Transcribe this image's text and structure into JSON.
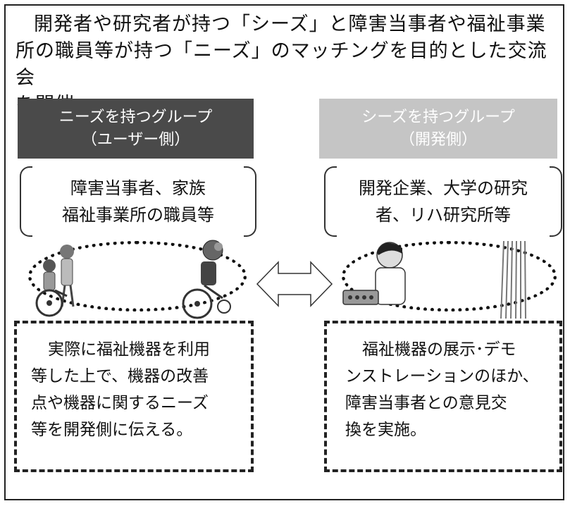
{
  "headline": {
    "line1": "開発者や研究者が持つ「シーズ」と障害当事者や福祉事業",
    "line2": "所の職員等が持つ「ニーズ」のマッチングを目的とした交流会",
    "line3": "を開催"
  },
  "left_group": {
    "title": "ニーズを持つグループ",
    "subtitle": "（ユーザー側）",
    "members_line1": "障害当事者、家族",
    "members_line2": "福祉事業所の職員等",
    "desc_line1": "実際に福祉機器を利用",
    "desc_line2": "等した上で、機器の改善",
    "desc_line3": "点や機器に関するニーズ",
    "desc_line4": "等を開発側に伝える。"
  },
  "right_group": {
    "title": "シーズを持つグループ",
    "subtitle": "（開発側）",
    "members_line1": "開発企業、大学の研究",
    "members_line2": "者、リハ研究所等",
    "desc_line1": "福祉機器の展示･デモ",
    "desc_line2": "ンストレーションのほか、",
    "desc_line3": "障害当事者との意見交",
    "desc_line4": "換を実施。"
  },
  "icons": {
    "users": "wheelchair-users-illustration",
    "developer": "researcher-illustration",
    "arrow": "double-arrow-icon"
  }
}
